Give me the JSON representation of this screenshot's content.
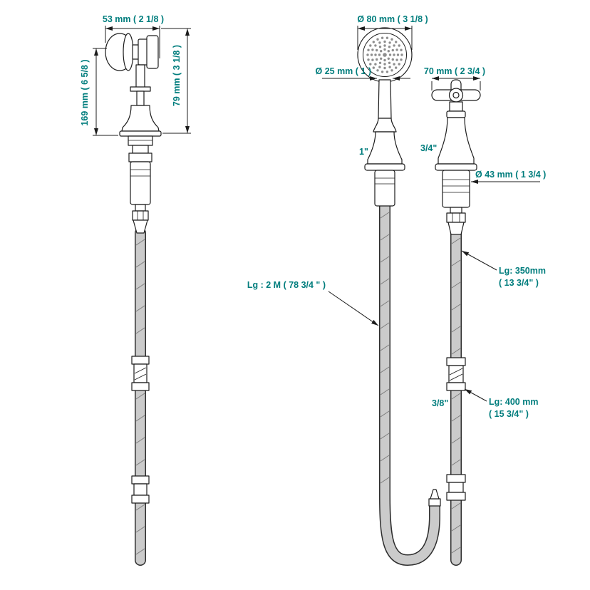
{
  "colors": {
    "dimension_text": "#007d7d",
    "line": "#1c1c1c",
    "hose_fill": "#cbcbcb",
    "background": "#ffffff"
  },
  "left_view": {
    "dim_width": "53 mm ( 2 1/8 )",
    "dim_height_total": "169 mm ( 6 5/8 )",
    "dim_height_upper": "79 mm ( 3 1/8 )"
  },
  "right_view": {
    "dim_head_diameter": "Ø 80 mm ( 3 1/8 )",
    "dim_handle_diameter": "Ø 25 mm ( 1 )",
    "dim_cross_handle_width": "70 mm ( 2 3/4 )",
    "label_shank": "1\"",
    "label_valve_connection": "3/4\"",
    "dim_valve_body_diameter": "Ø 43 mm ( 1 3/4 )",
    "label_main_hose_length": "Lg : 2 M ( 78 3/4 \" )",
    "label_flex_hose_length_line1": "Lg: 350mm",
    "label_flex_hose_length_line2": "( 13 3/4\" )",
    "label_supply_connection": "3/8\"",
    "label_supply_hose_length_line1": "Lg: 400 mm",
    "label_supply_hose_length_line2": "( 15 3/4\" )"
  }
}
